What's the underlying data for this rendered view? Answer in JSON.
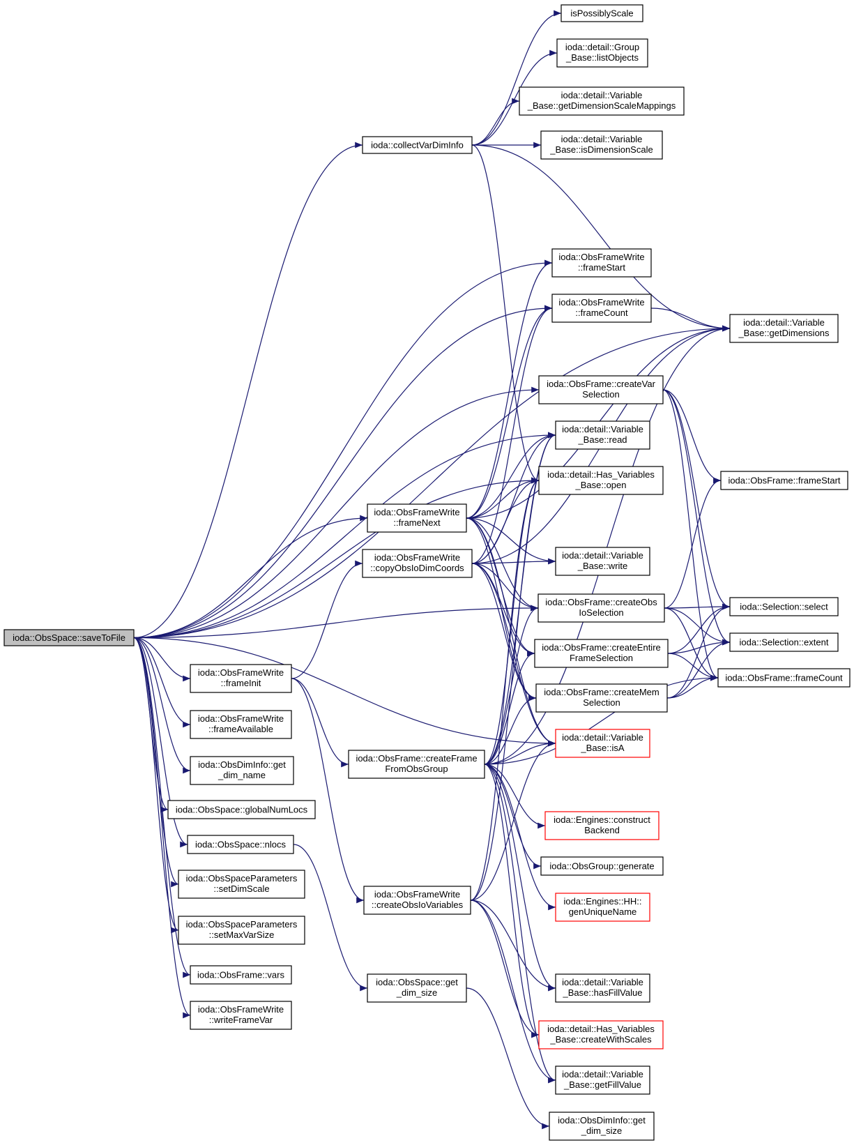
{
  "colors": {
    "edge": "#191970",
    "node_border": "#000000",
    "node_border_truncated": "#ff0000",
    "root_fill": "#bfbfbf",
    "node_fill": "#ffffff"
  },
  "nodes": {
    "saveToFile": [
      "ioda::ObsSpace::saveToFile"
    ],
    "collectVarDimInfo": [
      "ioda::collectVarDimInfo"
    ],
    "isPossiblyScale": [
      "isPossiblyScale"
    ],
    "listObjects": [
      "ioda::detail::Group",
      "_Base::listObjects"
    ],
    "getDimScaleMap": [
      "ioda::detail::Variable",
      "_Base::getDimensionScaleMappings"
    ],
    "isDimScale": [
      "ioda::detail::Variable",
      "_Base::isDimensionScale"
    ],
    "fwFrameStart": [
      "ioda::ObsFrameWrite",
      "::frameStart"
    ],
    "fwFrameCount": [
      "ioda::ObsFrameWrite",
      "::frameCount"
    ],
    "getDimensions": [
      "ioda::detail::Variable",
      "_Base::getDimensions"
    ],
    "createVarSel": [
      "ioda::ObsFrame::createVar",
      "Selection"
    ],
    "read": [
      "ioda::detail::Variable",
      "_Base::read"
    ],
    "open": [
      "ioda::detail::Has_Variables",
      "_Base::open"
    ],
    "ofFrameStart": [
      "ioda::ObsFrame::frameStart"
    ],
    "frameNext": [
      "ioda::ObsFrameWrite",
      "::frameNext"
    ],
    "copyDimCoords": [
      "ioda::ObsFrameWrite",
      "::copyObsIoDimCoords"
    ],
    "write": [
      "ioda::detail::Variable",
      "_Base::write"
    ],
    "createObsIoSel": [
      "ioda::ObsFrame::createObs",
      "IoSelection"
    ],
    "select": [
      "ioda::Selection::select"
    ],
    "extent": [
      "ioda::Selection::extent"
    ],
    "createEntireSel": [
      "ioda::ObsFrame::createEntire",
      "FrameSelection"
    ],
    "ofFrameCount": [
      "ioda::ObsFrame::frameCount"
    ],
    "frameInit": [
      "ioda::ObsFrameWrite",
      "::frameInit"
    ],
    "createMemSel": [
      "ioda::ObsFrame::createMem",
      "Selection"
    ],
    "frameAvailable": [
      "ioda::ObsFrameWrite",
      "::frameAvailable"
    ],
    "isA": [
      "ioda::detail::Variable",
      "_Base::isA"
    ],
    "getDimName": [
      "ioda::ObsDimInfo::get",
      "_dim_name"
    ],
    "createFrame": [
      "ioda::ObsFrame::createFrame",
      "FromObsGroup"
    ],
    "globalNumLocs": [
      "ioda::ObsSpace::globalNumLocs"
    ],
    "constructBackend": [
      "ioda::Engines::construct",
      "Backend"
    ],
    "nlocs": [
      "ioda::ObsSpace::nlocs"
    ],
    "generate": [
      "ioda::ObsGroup::generate"
    ],
    "setDimScale": [
      "ioda::ObsSpaceParameters",
      "::setDimScale"
    ],
    "createObsIoVars": [
      "ioda::ObsFrameWrite",
      "::createObsIoVariables"
    ],
    "genUniqueName": [
      "ioda::Engines::HH::",
      "genUniqueName"
    ],
    "setMaxVarSize": [
      "ioda::ObsSpaceParameters",
      "::setMaxVarSize"
    ],
    "hasFillValue": [
      "ioda::detail::Variable",
      "_Base::hasFillValue"
    ],
    "vars": [
      "ioda::ObsFrame::vars"
    ],
    "osGetDimSize": [
      "ioda::ObsSpace::get",
      "_dim_size"
    ],
    "writeFrameVar": [
      "ioda::ObsFrameWrite",
      "::writeFrameVar"
    ],
    "createWithScales": [
      "ioda::detail::Has_Variables",
      "_Base::createWithScales"
    ],
    "getFillValue": [
      "ioda::detail::Variable",
      "_Base::getFillValue"
    ],
    "odiGetDimSize": [
      "ioda::ObsDimInfo::get",
      "_dim_size"
    ]
  }
}
